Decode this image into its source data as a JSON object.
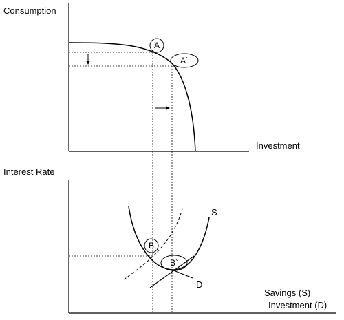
{
  "labels": {
    "consumption": "Consumption",
    "investment": "Investment",
    "interest_rate": "Interest Rate",
    "savings": "Savings (S)",
    "investment_d": "Investment  (D)",
    "curve_s": "S",
    "curve_d": "D"
  },
  "points": {
    "a": "A",
    "a_prime": "A`",
    "b": "B",
    "b_prime": "B`"
  }
}
